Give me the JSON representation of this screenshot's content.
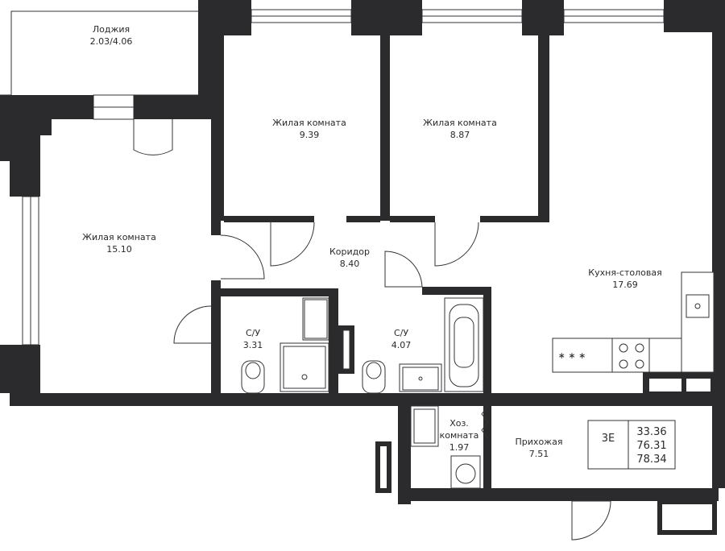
{
  "rooms": {
    "loggia": {
      "name": "Лоджия",
      "area": "2.03/4.06"
    },
    "bedroom_large": {
      "name": "Жилая комната",
      "area": "15.10"
    },
    "bedroom_1": {
      "name": "Жилая комната",
      "area": "9.39"
    },
    "bedroom_2": {
      "name": "Жилая комната",
      "area": "8.87"
    },
    "corridor": {
      "name": "Коридор",
      "area": "8.40"
    },
    "kitchen": {
      "name": "Кухня-столовая",
      "area": "17.69"
    },
    "bathroom_1": {
      "name": "С/У",
      "area": "3.31"
    },
    "bathroom_2": {
      "name": "С/У",
      "area": "4.07"
    },
    "utility": {
      "name_line1": "Хоз.",
      "name_line2": "комната",
      "area": "1.97"
    },
    "hallway": {
      "name": "Прихожая",
      "area": "7.51"
    }
  },
  "summary": {
    "type": "3E",
    "living_area": "33.36",
    "total_area": "76.31",
    "area_with_loggia": "78.34"
  },
  "cooktop_symbol": "∗ ∗ ∗"
}
